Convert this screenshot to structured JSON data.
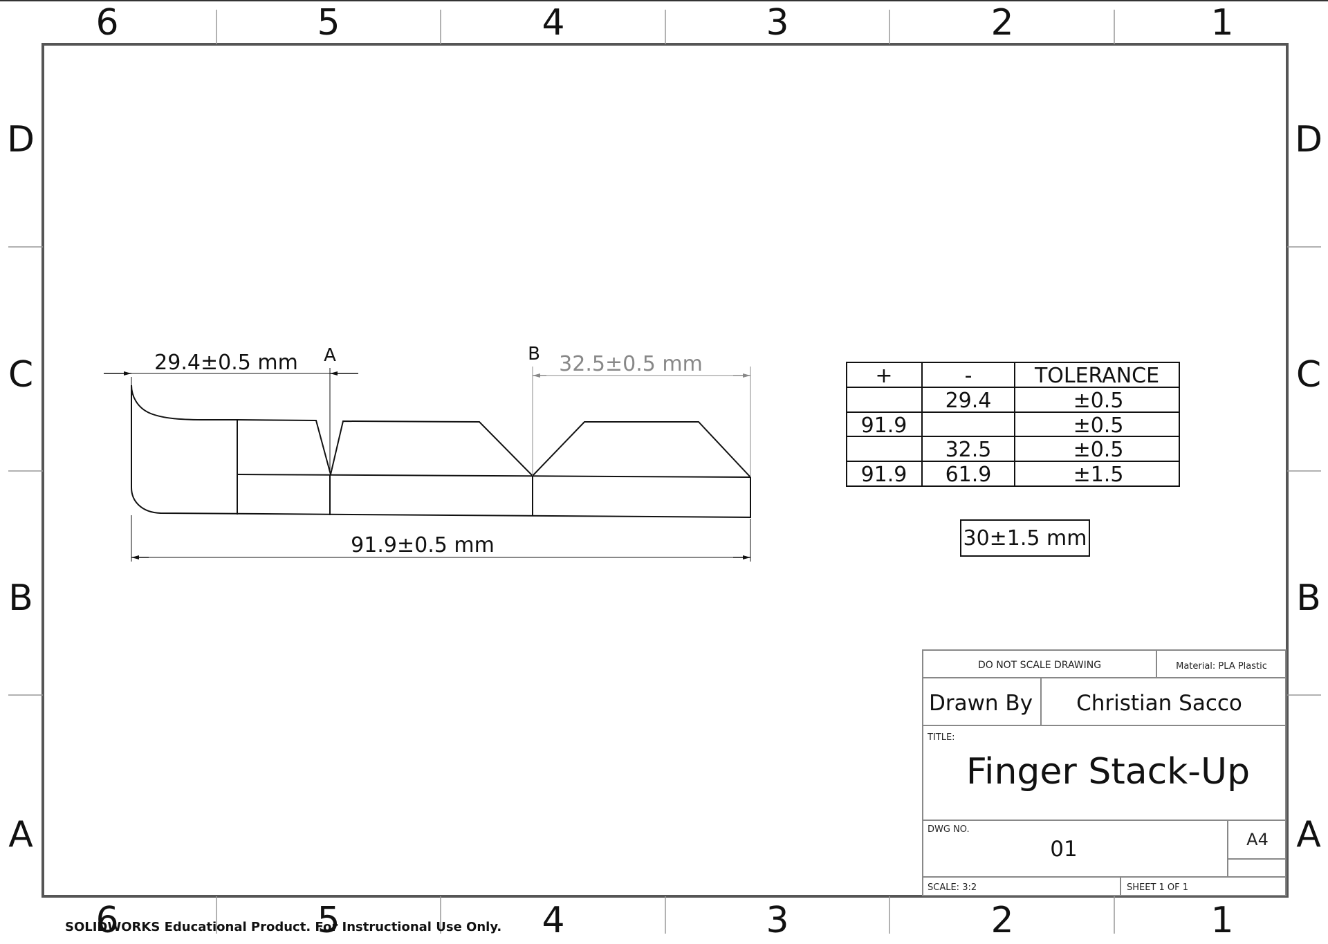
{
  "border": {
    "columns": [
      "6",
      "5",
      "4",
      "3",
      "2",
      "1"
    ],
    "rows": [
      "D",
      "C",
      "B",
      "A"
    ]
  },
  "dimensions": {
    "left": "29.4±0.5 mm",
    "right": "32.5±0.5 mm",
    "overall": "91.9±0.5 mm",
    "ref_a": "A",
    "ref_b": "B"
  },
  "tolerance_table": {
    "headers": [
      "+",
      "-",
      "TOLERANCE"
    ],
    "rows": [
      [
        "",
        "29.4",
        "±0.5"
      ],
      [
        "91.9",
        "",
        "±0.5"
      ],
      [
        "",
        "32.5",
        "±0.5"
      ],
      [
        "91.9",
        "61.9",
        "±1.5"
      ]
    ]
  },
  "result_box": "30±1.5 mm",
  "title_block": {
    "do_not_scale": "DO NOT SCALE DRAWING",
    "material": "Material: PLA Plastic",
    "drawn_by_label": "Drawn By",
    "drawn_by_value": "Christian Sacco",
    "title_label": "TITLE:",
    "title_value": "Finger Stack-Up",
    "dwg_no_label": "DWG NO.",
    "dwg_no_value": "01",
    "size": "A4",
    "scale": "SCALE: 3:2",
    "sheet": "SHEET 1 OF 1"
  },
  "footer": "SOLIDWORKS Educational Product. For Instructional Use Only."
}
